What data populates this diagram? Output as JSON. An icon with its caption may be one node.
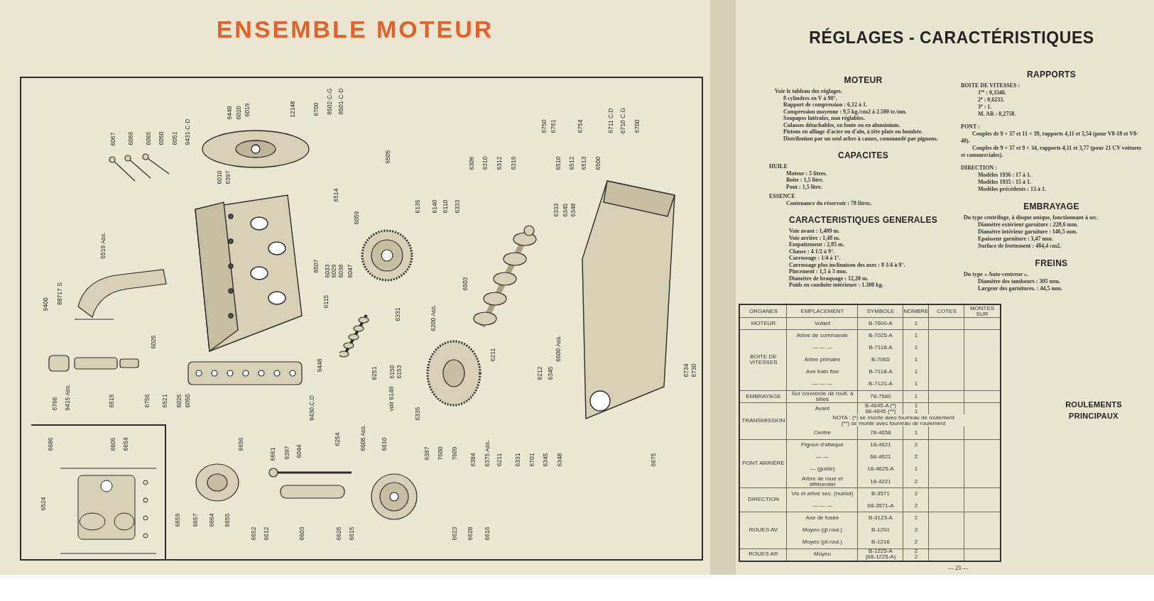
{
  "diagram": {
    "title": "ENSEMBLE MOTEUR",
    "labels": [
      "RÉGLAGES - CARACTÉRISTIQUES",
      "6067",
      "6066",
      "6065",
      "6050",
      "6051",
      "9431·C·D",
      "9448",
      "6020",
      "6019",
      "12148",
      "6700",
      "8502·C·G",
      "8501·C·D",
      "6750",
      "6761",
      "6754",
      "6711 C.D",
      "6710 C.G",
      "6700",
      "6010",
      "6397",
      "6505",
      "6306",
      "6310",
      "6312",
      "6319",
      "6510",
      "6512",
      "6513",
      "6500",
      "6514",
      "6059",
      "6135",
      "6140",
      "6110",
      "6333",
      "6333",
      "6345",
      "6348",
      "9400",
      "88717 S",
      "6519 Ass.",
      "8507",
      "6115",
      "6033",
      "6029",
      "6038",
      "6047",
      "6331",
      "6200 Ass.",
      "6503",
      "6025",
      "9448",
      "6251",
      "6150",
      "6153",
      "6211",
      "6212",
      "6345",
      "6600 Ass.",
      "6734",
      "6730",
      "6766",
      "9415 Ass.",
      "6515",
      "6756",
      "6521",
      "6026",
      "6050",
      "9430.C.D",
      "voir 6149",
      "6335",
      "6686",
      "6605",
      "6654",
      "6656",
      "6661",
      "6397",
      "6044",
      "6254",
      "6608 Ass.",
      "6610",
      "6387",
      "7600",
      "7609",
      "6384",
      "6375 Ass.",
      "6211",
      "6331",
      "6701",
      "6345",
      "6348",
      "6675",
      "6524",
      "6659",
      "6657",
      "6664",
      "6655",
      "6652",
      "6612",
      "6603",
      "6626",
      "6615",
      "6623",
      "6628",
      "6616",
      "MOTEUR",
      "Voir le tableau des réglages.",
      "8 cylindres en V à 90°.",
      "Rapport de compression : 6,12 à 1.",
      "Compression moyenne : 9,5 kg./cm2 à 2.500 tr./mn.",
      "Soupapes latérales, non réglables.",
      "Culasses détachables, en fonte ou en aluminium.",
      "Pistons en alliage d'acier ou d'alu, à tête plate ou bombée.",
      "Distribution par un seul arbre à cames, commandé par pignons.",
      "CAPACITES",
      "HUILE",
      "Moteur : 5 litres.",
      "Boite : 1,5 litre.",
      "Pont : 1,5 litre.",
      "ESSENCE",
      "Contenance du réservoir : 78 litres.",
      "CARACTERISTIQUES GENERALES",
      "Voie avant : 1,409 m.",
      "Voie arrière : 1,48 m.",
      "Empattement : 2,85 m.",
      "Chasse : 4 1/2 à 9°.",
      "Carrossage : 1/4 à 1°.",
      "Carrossage plus inclinaison des axes : 8 1/4 à 9°.",
      "Pincement : 1,5 à 3 mm.",
      "Diamètre de braquage : 12,20 m.",
      "Poids en conduite intérieure : 1.300 kg.",
      "RAPPORTS",
      "BOITE DE VITESSES :",
      "1$^{re}$ : 0,3346.",
      "2$^{e}$ : 0,6233.",
      "3$^{e}$ : 1.",
      "M. AR : 0,2758.",
      "PONT :",
      "Couples de 9 × 37 et 11 × 39, rapports 4,11 et 3,54 (pour V8-18 et V8-40).",
      "Couples de 9 × 37 et 9 × 34, rapports 4,11 et 3,77 (pour 21 CV voitures et commerciales).",
      "DIRECTION :",
      "Modèles 1936 : 17 à 1.",
      "Modèles 1935 : 15 à 1.",
      "Modèles précédents : 13 à 1.",
      "EMBRAYAGE",
      "Du type centrifuge, à disque unique, fonctionnant à sec.",
      "Diamètre extérieur garniture : 228,6 mm.",
      "Diamètre intérieur garniture : 146,5 mm.",
      "Epaisseur garniture : 3,47 mm.",
      "Surface de frottement : 484,4 cm2.",
      "FREINS",
      "Du type « Auto-centreur ».",
      "Diamètre des tambours : 305 mm.",
      "Largeur des garnitures. : 44,5 mm.",
      "ROULEMENTS PRINCIPAUX",
      "— 23 —",
      "ORGANES",
      "EMPLACEMENT",
      "SYMBOLE",
      "NOMBRE",
      "COTES",
      "MONTES SUR",
      "MOTEUR",
      "Volant",
      "B-7600-A",
      "1",
      "BOITE DE VITESSES",
      "Arbre de commande",
      "B-7025-A",
      "1",
      "— — —",
      "B-7118-A",
      "1",
      "Arbre primaire",
      "B-7065",
      "1",
      "Axe train fixe",
      "B-7118-A",
      "1",
      "— — —",
      "B-7121-A",
      "1",
      "EMBRAYAGE",
      "Sur couvercle de roult. à billes",
      "78-7580",
      "1",
      "TRANSMISSION",
      "Avant",
      "B-4645-A (*)",
      "68-4645 (**)",
      "1",
      "1",
      "NOTA : (*) se monte avec fourreau de roulement",
      "(**) se monte avec fourreau de roulement",
      "Centre",
      "78-4658",
      "1",
      "PONT ARRIÈRE",
      "Pignon d'attaque",
      "18-4621",
      "2",
      "— —",
      "68-4621",
      "2",
      "— (guide)",
      "18-4625-A",
      "1",
      "Arbre de roue et différentiel",
      "18-4221",
      "2",
      "DIRECTION",
      "Vis et arbre sec. (hublot)",
      "B-3571",
      "2",
      "— — —",
      "68-3571-A",
      "2",
      "ROUES AV",
      "Axe de fusée",
      "B-3123-A",
      "2",
      "Moyeu (gt.roul.)",
      "B-1201",
      "2",
      "Moyeu (pt.roul.)",
      "B-1216",
      "2",
      "ROUES AR",
      "Moyeu",
      "B-1225-A",
      "(68-1225-A)",
      "2",
      "2"
    ]
  }
}
